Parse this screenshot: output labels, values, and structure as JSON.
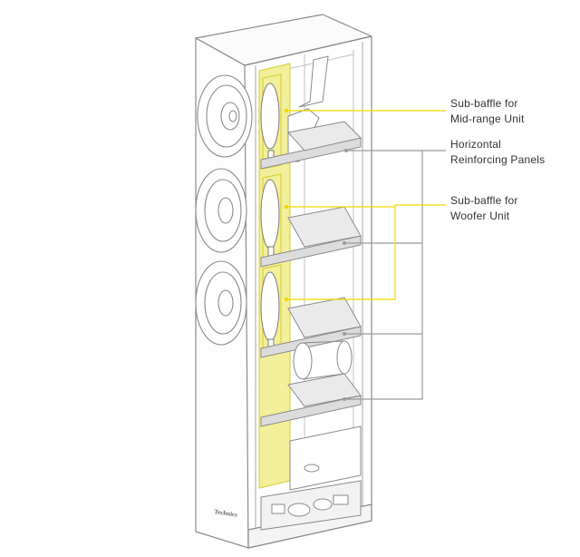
{
  "labels": {
    "midrange": {
      "line1": "Sub-baffle for",
      "line2": "Mid-range Unit"
    },
    "panels": {
      "line1": "Horizontal",
      "line2": "Reinforcing Panels"
    },
    "woofer": {
      "line1": "Sub-baffle for",
      "line2": "Woofer Unit"
    }
  },
  "logo": {
    "text": "Technics"
  },
  "colors": {
    "outline": "#8a8a8a",
    "light_outline": "#c2c2c2",
    "sub_baffle_fill": "#f3ef9a",
    "sub_baffle_stroke": "#d6cc30",
    "leader_yellow": "#f0d800",
    "leader_gray": "#9a9a9a",
    "panel_fill": "#dcdcdc",
    "text": "#333333"
  }
}
